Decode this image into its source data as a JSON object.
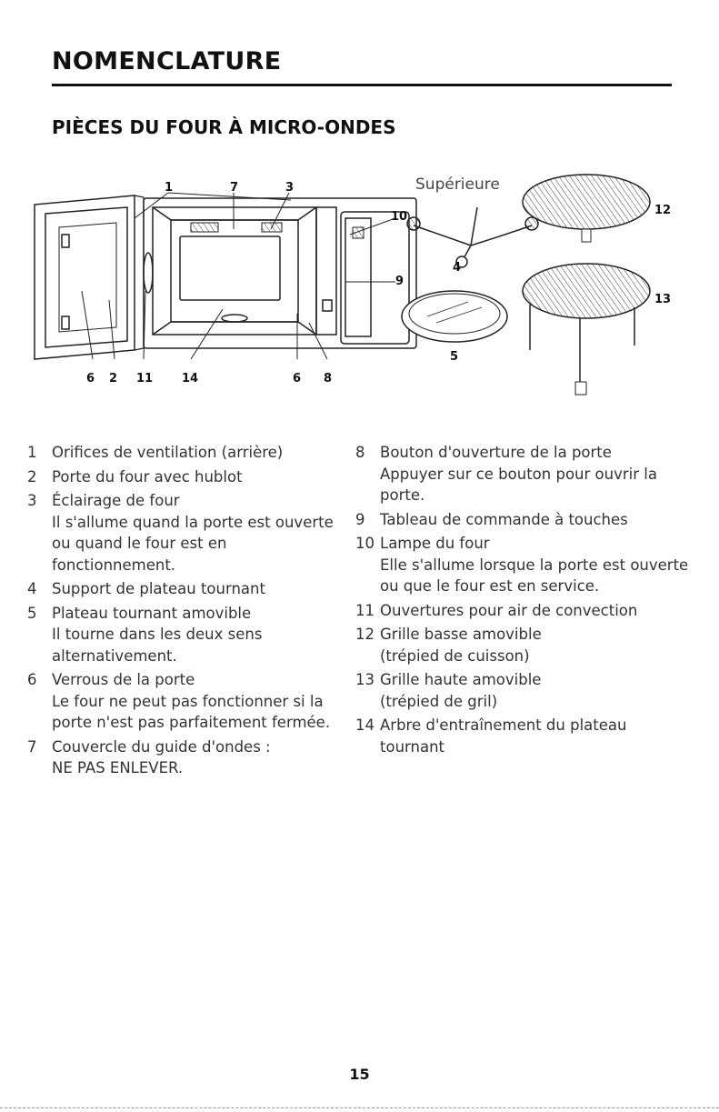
{
  "header": {
    "title": "NOMENCLATURE",
    "subtitle": "PIÈCES DU FOUR À MICRO-ONDES"
  },
  "diagram": {
    "top_label": "Supérieure",
    "callouts": [
      "1",
      "7",
      "3",
      "10",
      "9",
      "4",
      "5",
      "12",
      "13",
      "6",
      "2",
      "11",
      "14",
      "6",
      "8"
    ]
  },
  "left_items": [
    {
      "num": "1",
      "text": "Orifices de ventilation (arrière)",
      "sub": ""
    },
    {
      "num": "2",
      "text": "Porte du four avec hublot",
      "sub": ""
    },
    {
      "num": "3",
      "text": "Éclairage de four",
      "sub": "Il s'allume quand la porte est ouverte ou quand le four est en fonctionnement."
    },
    {
      "num": "4",
      "text": "Support de plateau tournant",
      "sub": ""
    },
    {
      "num": "5",
      "text": "Plateau tournant amovible",
      "sub": "Il tourne dans les deux sens alternativement."
    },
    {
      "num": "6",
      "text": "Verrous de la porte",
      "sub": "Le four ne peut pas fonctionner si la porte n'est pas parfaitement fermée."
    },
    {
      "num": "7",
      "text": "Couvercle du guide d'ondes :",
      "sub": "NE PAS ENLEVER."
    }
  ],
  "right_items": [
    {
      "num": "8",
      "text": "Bouton d'ouverture de la porte",
      "sub": "Appuyer sur ce bouton pour ouvrir la porte."
    },
    {
      "num": "9",
      "text": "Tableau de commande à touches",
      "sub": ""
    },
    {
      "num": "10",
      "text": "Lampe du four",
      "sub": "Elle s'allume lorsque la porte est ouverte ou que le four est en service."
    },
    {
      "num": "11",
      "text": "Ouvertures pour air de convection",
      "sub": ""
    },
    {
      "num": "12",
      "text": "Grille basse amovible",
      "sub": "(trépied de cuisson)"
    },
    {
      "num": "13",
      "text": "Grille haute amovible",
      "sub": "(trépied de gril)"
    },
    {
      "num": "14",
      "text": "Arbre d'entraînement du plateau tournant",
      "sub": ""
    }
  ],
  "footer": {
    "page_number": "15"
  }
}
